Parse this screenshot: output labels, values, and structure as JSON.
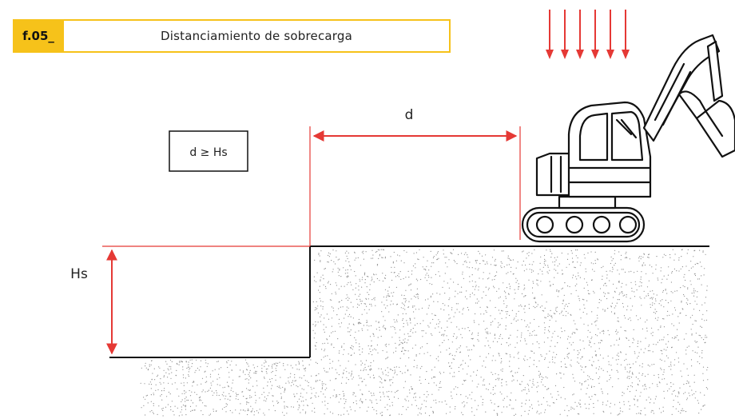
{
  "figure": {
    "tag": "f.05_",
    "title": "Distanciamiento de sobrecarga"
  },
  "diagram": {
    "rule_label": "d ≥ Hs",
    "distance_label": "d",
    "height_label": "Hs"
  },
  "colors": {
    "accent_yellow": "#f6c21a",
    "dimension_red": "#e53935",
    "line_black": "#111111"
  },
  "icons": [
    "excavator-icon",
    "load-arrows-icon"
  ]
}
